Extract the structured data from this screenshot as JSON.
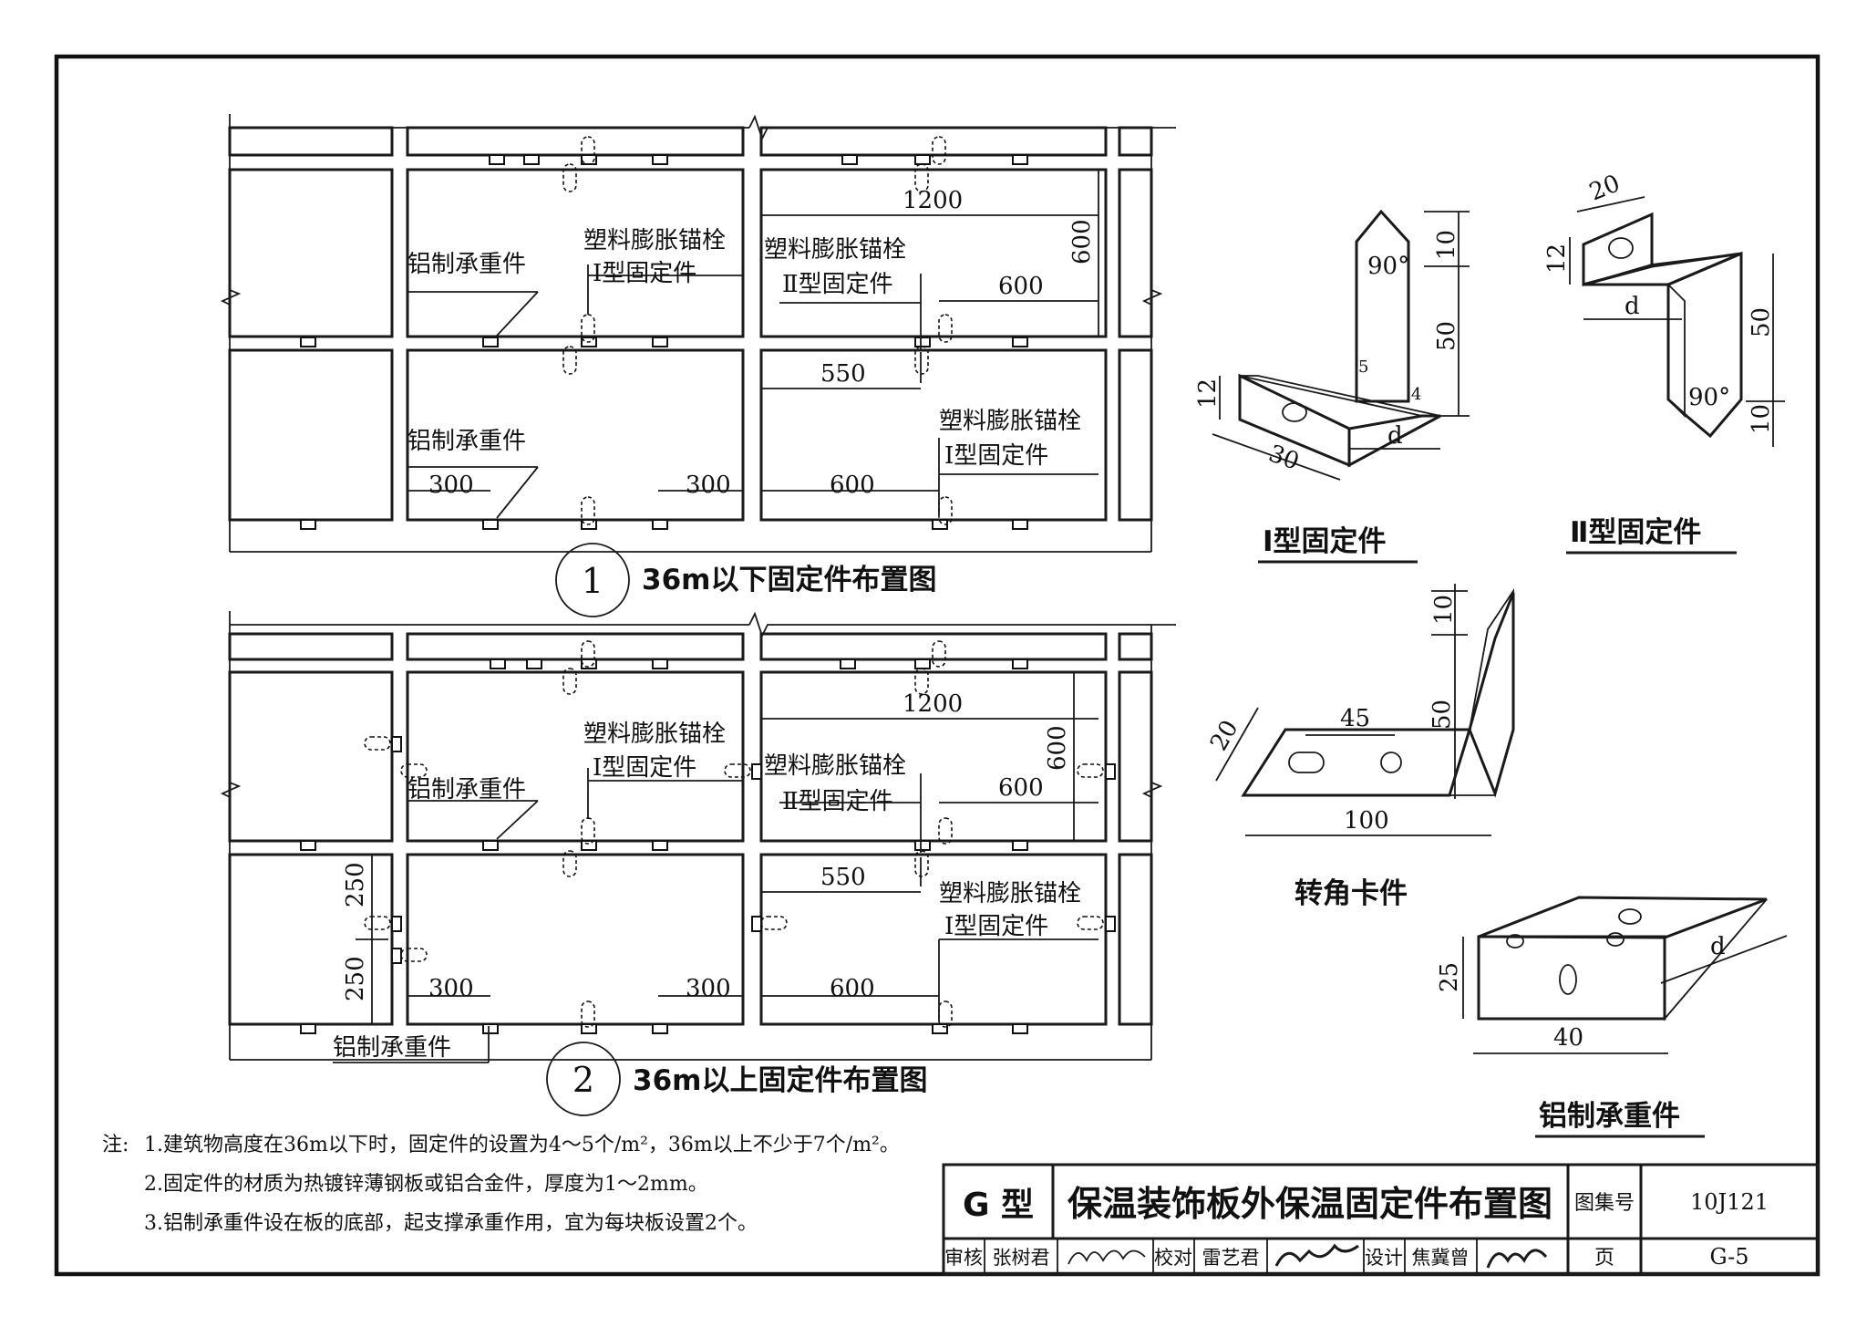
{
  "frame_title": "保温装饰板外保温固定件布置图",
  "system_type": "G 型",
  "atlas_label": "图集号",
  "atlas_no": "10J121",
  "page_label": "页",
  "page_no": "G-5",
  "title_block": {
    "review_label": "审核",
    "review_name": "张树君",
    "check_label": "校对",
    "check_name": "雷艺君",
    "design_label": "设计",
    "design_name": "焦冀曾"
  },
  "labels": {
    "anchor": "塑料膨胀锚栓",
    "type1": "Ⅰ型固定件",
    "type2": "Ⅱ型固定件",
    "al_bearer": "铝制承重件"
  },
  "dims": {
    "d1200": "1200",
    "d600": "600",
    "d550": "550",
    "d300": "300",
    "d250": "250"
  },
  "figures": {
    "fig1_no": "1",
    "fig1_title": "36m以下固定件布置图",
    "fig2_no": "2",
    "fig2_title": "36m以上固定件布置图"
  },
  "parts": {
    "type1_title": "Ⅰ型固定件",
    "type2_title": "Ⅱ型固定件",
    "corner_title": "转角卡件",
    "bearer_title": "铝制承重件",
    "t1_angle": "90°",
    "t1_d10": "10",
    "t1_d50": "50",
    "t1_d5": "5",
    "t1_d4": "4",
    "t1_d12": "12",
    "t1_d30": "30",
    "t1_dd": "d",
    "t2_d20": "20",
    "t2_d12": "12",
    "t2_dd": "d",
    "t2_d50": "50",
    "t2_angle": "90°",
    "t2_d10": "10",
    "c_d10": "10",
    "c_d45": "45",
    "c_d20": "20",
    "c_d50": "50",
    "c_d100": "100",
    "b_d25": "25",
    "b_dd": "d",
    "b_d40": "40"
  },
  "notes": {
    "prefix": "注:",
    "n1": "1.建筑物高度在36m以下时，固定件的设置为4～5个/m²，36m以上不少于7个/m²。",
    "n2": "2.固定件的材质为热镀锌薄钢板或铝合金件，厚度为1～2mm。",
    "n3": "3.铝制承重件设在板的底部，起支撑承重作用，宜为每块板设置2个。"
  }
}
